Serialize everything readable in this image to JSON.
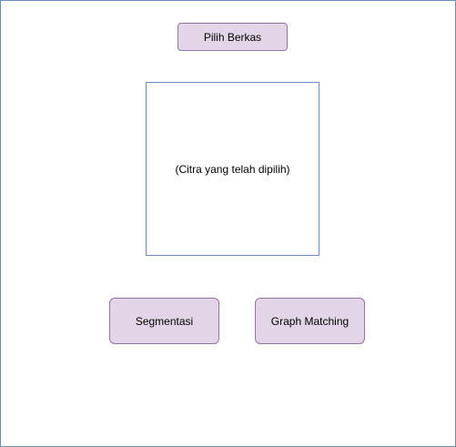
{
  "buttons": {
    "pilih_berkas": "Pilih Berkas",
    "segmentasi": "Segmentasi",
    "graph_matching": "Graph Matching"
  },
  "image_preview": {
    "placeholder": "(Citra yang telah dipilih)"
  },
  "colors": {
    "button_fill": "#e1d5e7",
    "button_border": "#9673a6",
    "frame_border": "#6c8ebf"
  }
}
